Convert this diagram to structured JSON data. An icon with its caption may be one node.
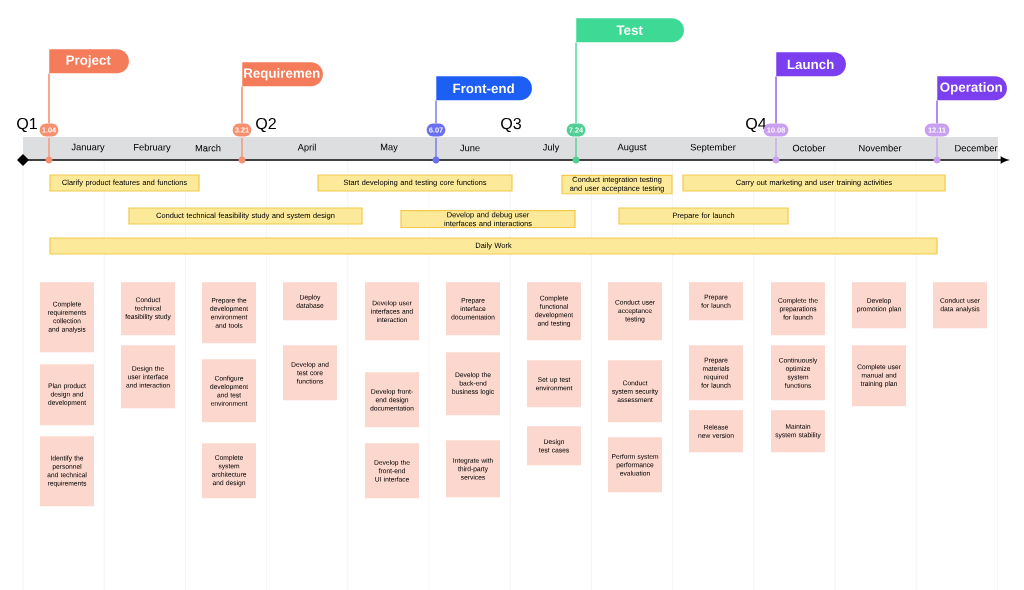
{
  "diagram": {
    "nodes": [
      {
        "text": [
          "Project"
        ]
      },
      {
        "text": [
          "Requiremen"
        ]
      },
      {
        "text": [
          "Front-end"
        ]
      },
      {
        "text": [
          "Test"
        ]
      },
      {
        "text": [
          "Launch"
        ]
      },
      {
        "text": [
          "Operation"
        ]
      },
      {
        "text": [
          "1.04"
        ]
      },
      {
        "text": [
          "3.21"
        ]
      },
      {
        "text": [
          "6.07"
        ]
      },
      {
        "text": [
          "7.24"
        ]
      },
      {
        "text": [
          "10.08"
        ]
      },
      {
        "text": [
          "12.11"
        ]
      },
      {
        "text": [
          "Clarify product features and functions"
        ]
      },
      {
        "text": [
          "Start developing and testing core functions"
        ]
      },
      {
        "text": [
          "Conduct integration testing and user acceptance testing"
        ]
      },
      {
        "text": [
          "Carry out marketing and user training activities"
        ]
      },
      {
        "text": [
          "Conduct technical feasibility study and system design"
        ]
      },
      {
        "text": [
          "Develop and debug user interfaces and interactions"
        ]
      },
      {
        "text": [
          "Prepare for launch"
        ]
      },
      {
        "text": [
          "Daily Work"
        ]
      },
      {
        "text": [
          "Complete requirements collection and analysis"
        ]
      },
      {
        "text": [
          "Plan product design and development"
        ]
      },
      {
        "text": [
          "Identify the personnel and technical requirements"
        ]
      },
      {
        "text": [
          "Conduct technical feasibility study"
        ]
      },
      {
        "text": [
          "Design the user interface and interaction"
        ]
      },
      {
        "text": [
          "Prepare the development environment and tools"
        ]
      },
      {
        "text": [
          "Configure development and test environment"
        ]
      },
      {
        "text": [
          "Complete system architecture and design"
        ]
      },
      {
        "text": [
          "Deploy database"
        ]
      },
      {
        "text": [
          "Develop and test core functions"
        ]
      },
      {
        "text": [
          "Develop user interfaces and interaction"
        ]
      },
      {
        "text": [
          "Develop front-end design documentation"
        ]
      },
      {
        "text": [
          "Develop the front-end UI interface"
        ]
      },
      {
        "text": [
          "Prepare interface documentation"
        ]
      },
      {
        "text": [
          "Develop the back-end business logic"
        ]
      },
      {
        "text": [
          "Integrate with third-party services"
        ]
      },
      {
        "text": [
          "Complete functional development and testing"
        ]
      },
      {
        "text": [
          "Set up test environment"
        ]
      },
      {
        "text": [
          "Design test cases"
        ]
      },
      {
        "text": [
          "Conduct user acceptance testing"
        ]
      },
      {
        "text": [
          "Conduct system security assessment"
        ]
      },
      {
        "text": [
          "Perform system performance evaluation"
        ]
      },
      {
        "text": [
          "Prepare for launch"
        ]
      },
      {
        "text": [
          "Prepare materials required for launch"
        ]
      },
      {
        "text": [
          "Release new version"
        ]
      },
      {
        "text": [
          "Complete the preparations for launch"
        ]
      },
      {
        "text": [
          "Continuously optimize system functions"
        ]
      },
      {
        "text": [
          "Maintain system stability"
        ]
      },
      {
        "text": [
          "Develop promotion plan"
        ]
      },
      {
        "text": [
          "Complete user manual and training plan"
        ]
      },
      {
        "text": [
          "Conduct user data analysis"
        ]
      }
    ],
    "edges": [
      {
        "from": 0,
        "to": 6,
        "arrow": "none",
        "color": "#f47c5a"
      },
      {
        "from": 1,
        "to": 7,
        "arrow": "none",
        "color": "#f47c5a"
      },
      {
        "from": 2,
        "to": 8,
        "arrow": "none",
        "color": "#6a6ff0"
      },
      {
        "from": 3,
        "to": 9,
        "arrow": "none",
        "color": "#3fd996"
      },
      {
        "from": 4,
        "to": 10,
        "arrow": "none",
        "color": "#8a4ff0"
      },
      {
        "from": 5,
        "to": 11,
        "arrow": "none",
        "color": "#8a4ff0"
      }
    ],
    "labels": [
      "Q1",
      "Q2",
      "Q3",
      "Q4",
      "January",
      "February",
      "March",
      "April",
      "May",
      "June",
      "July",
      "August",
      "September",
      "October",
      "November",
      "December"
    ]
  }
}
